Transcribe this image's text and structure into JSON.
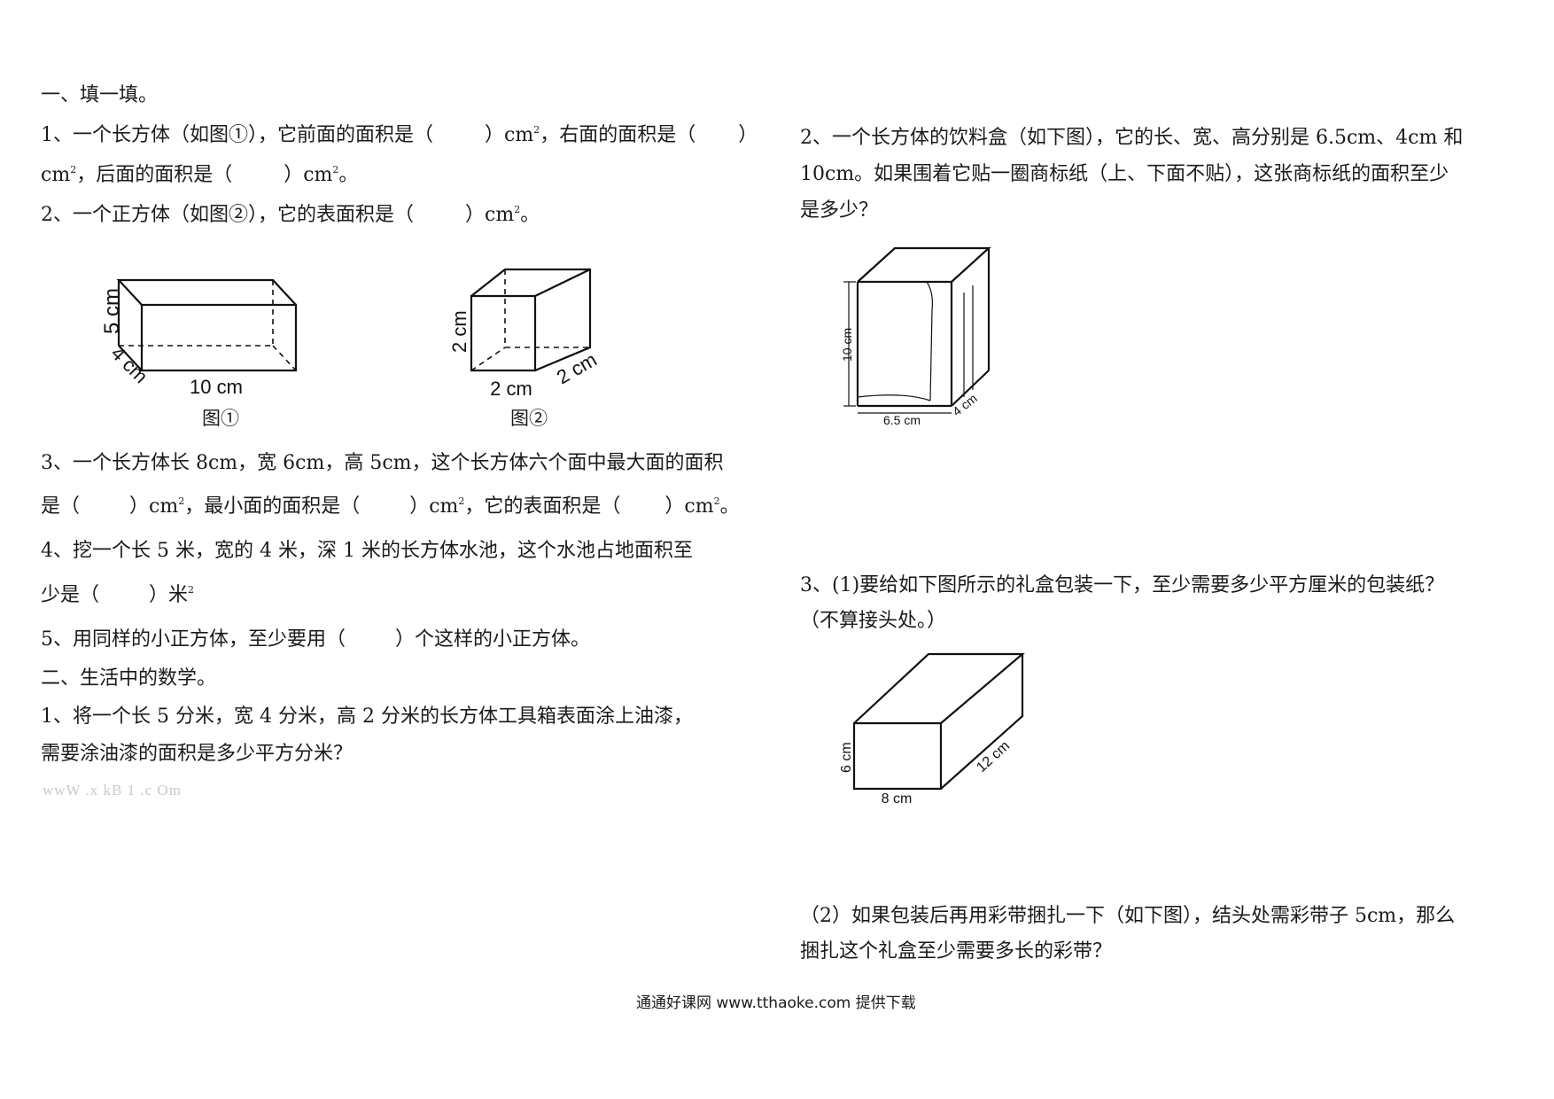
{
  "section1": {
    "heading": "一、填一填。",
    "q1": {
      "a": "1、一个长方体（如图①），它前面的面积是（",
      "b": "）cm",
      "c": "，右面的面积是（",
      "d": "）",
      "e": "cm",
      "f": "，后面的面积是（",
      "g": "）cm",
      "h": "。"
    },
    "q2": {
      "a": "2、一个正方体（如图②），它的表面积是（",
      "b": "）cm",
      "c": "。"
    },
    "fig1": {
      "height": "5 cm",
      "width": "4 cm",
      "length": "10 cm",
      "caption": "图①"
    },
    "fig2": {
      "height": "2 cm",
      "width": "2 cm",
      "depth": "2 cm",
      "caption": "图②"
    },
    "q3": {
      "line1": "3、一个长方体长 8cm，宽 6cm，高 5cm，这个长方体六个面中最大面的面积",
      "a": "是（",
      "b": "）cm",
      "c": "，最小面的面积是（",
      "d": "）cm",
      "e": "，它的表面积是（",
      "f": "）cm",
      "g": "。"
    },
    "q4": {
      "line1": "4、挖一个长 5 米，宽的 4 米，深 1 米的长方体水池，这个水池占地面积至",
      "a": "少是（",
      "b": "）米",
      "sup": "2"
    },
    "q5": {
      "a": "5、用同样的小正方体，至少要用（",
      "b": "）个这样的小正方体。"
    },
    "sup": "2"
  },
  "section2": {
    "heading": "二、生活中的数学。",
    "q1": {
      "line1": "1、将一个长 5 分米，宽 4 分米，高 2 分米的长方体工具箱表面涂上油漆，",
      "line2": "需要涂油漆的面积是多少平方分米？"
    },
    "watermark": "wwW .x kB 1 .c Om",
    "q2": {
      "line1": "2、一个长方体的饮料盒（如下图），它的长、宽、高分别是 6.5cm、4cm 和",
      "line2": "10cm。如果围着它贴一圈商标纸（上、下面不贴），这张商标纸的面积至少",
      "line3": "是多少？"
    },
    "fig3": {
      "height": "10 cm",
      "length": "6.5 cm",
      "width": "4 cm"
    },
    "q3": {
      "line1": "3、(1)要给如下图所示的礼盒包装一下，至少需要多少平方厘米的包装纸？",
      "line2": "（不算接头处。）",
      "part2_line1": "（2）如果包装后再用彩带捆扎一下（如下图），结头处需彩带子 5cm，那么",
      "part2_line2": "捆扎这个礼盒至少需要多长的彩带？"
    },
    "fig4": {
      "height": "6 cm",
      "length": "8 cm",
      "depth": "12 cm"
    }
  },
  "footer": "通通好课网  www.tthaoke.com  提供下载"
}
